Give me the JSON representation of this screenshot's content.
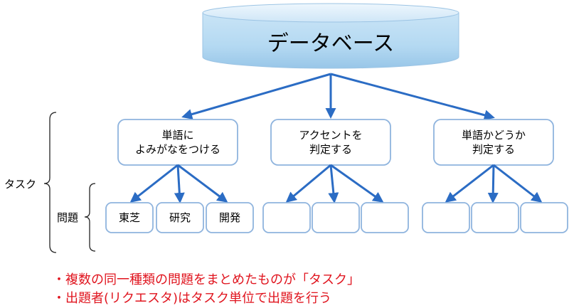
{
  "database": {
    "label": "データベース"
  },
  "tasks": [
    {
      "label_lines": [
        "単語に",
        "よみがなをつける"
      ],
      "problems": [
        "東芝",
        "研究",
        "開発"
      ]
    },
    {
      "label_lines": [
        "アクセントを",
        "判定する"
      ],
      "problems": [
        "",
        "",
        ""
      ]
    },
    {
      "label_lines": [
        "単語かどうか",
        "判定する"
      ],
      "problems": [
        "",
        "",
        ""
      ]
    }
  ],
  "side_labels": {
    "task": "タスク",
    "problem": "問題"
  },
  "notes": [
    "・複数の同一種類の問題をまとめたものが「タスク」",
    "・出題者(リクエスタ)はタスク単位で出題を行う"
  ],
  "colors": {
    "arrow": "#2b6cc4",
    "box_border": "#8fb4de",
    "note_text": "#e0141e"
  }
}
